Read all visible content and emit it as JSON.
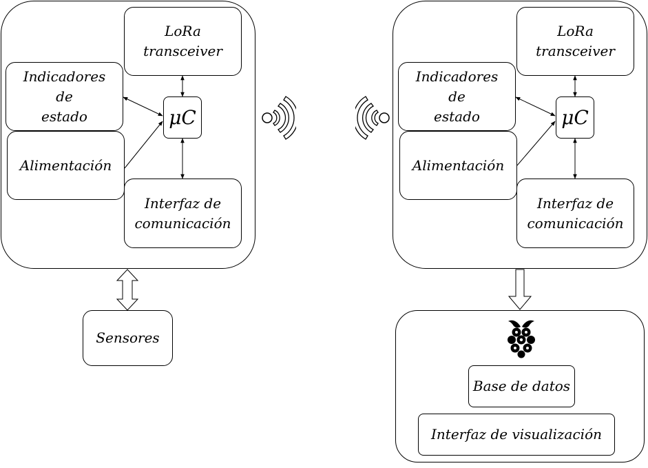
{
  "transmitter": {
    "lora": "LoRa\ntransceiver",
    "indicadores": "Indicadores\nde\nestado",
    "uc": "μC",
    "alimentacion": "Alimentación",
    "interfaz": "Interfaz de\ncomunicación"
  },
  "sensores": "Sensores",
  "receiver": {
    "lora": "LoRa\ntransceiver",
    "indicadores": "Indicadores\nde\nestado",
    "uc": "μC",
    "alimentacion": "Alimentación",
    "interfaz": "Interfaz de\ncomunicación"
  },
  "server": {
    "icon": "raspberry-pi-icon",
    "base_datos": "Base de datos",
    "visualizacion": "Interfaz de visualización"
  },
  "icons": {
    "tx_wireless": "wireless-signal-icon",
    "rx_wireless": "wireless-signal-icon"
  }
}
